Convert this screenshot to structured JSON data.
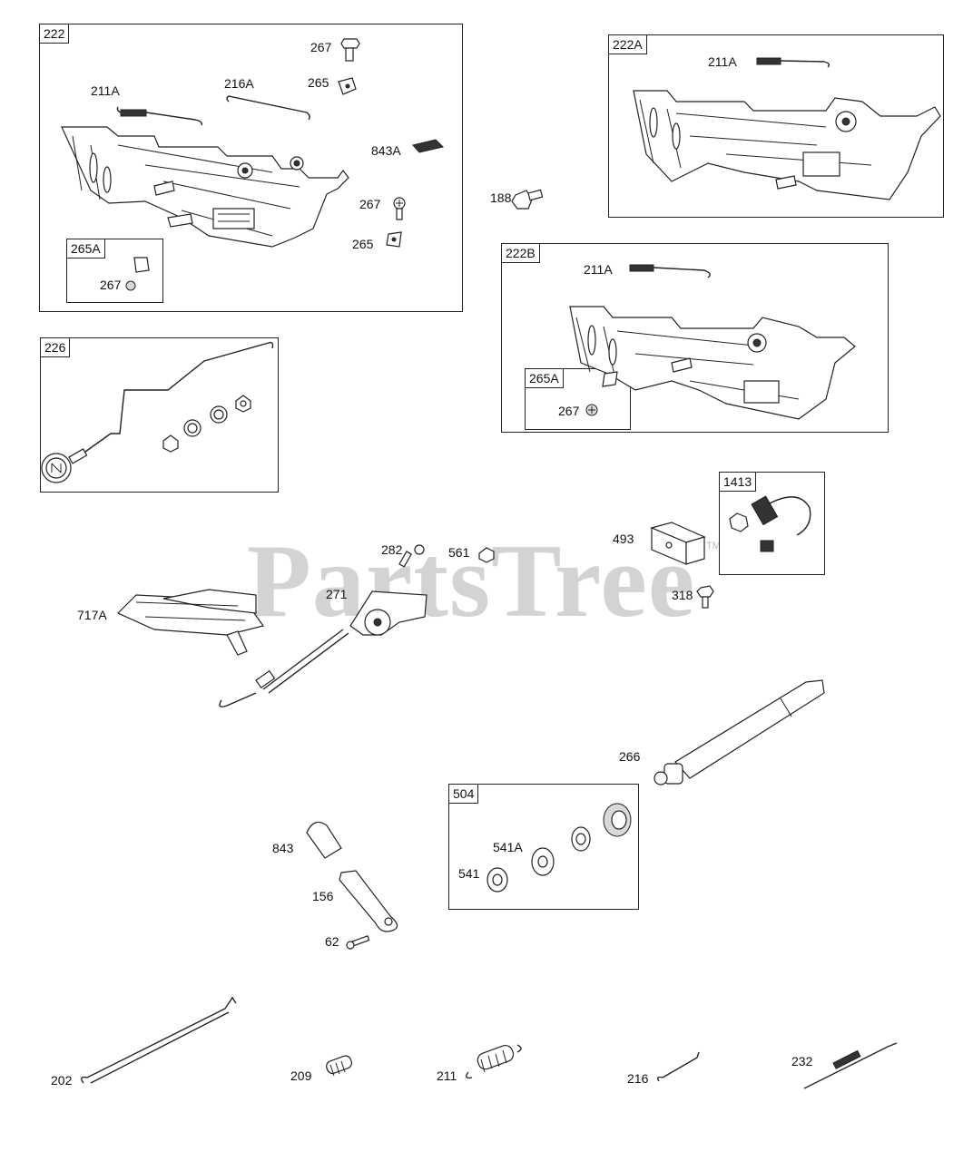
{
  "watermark": "PartsTree",
  "trademark": "TM",
  "boxes": {
    "b222": "222",
    "b265A_a": "265A",
    "b222A": "222A",
    "b222B": "222B",
    "b265A_b": "265A",
    "b226": "226",
    "b1413": "1413",
    "b504": "504"
  },
  "labels": {
    "l267_top": "267",
    "l211A_a": "211A",
    "l216A": "216A",
    "l265_a": "265",
    "l843A": "843A",
    "l267_mid": "267",
    "l265_b": "265",
    "l267_a": "267",
    "l211A_b": "211A",
    "l188": "188",
    "l211A_c": "211A",
    "l267_b": "267",
    "l282": "282",
    "l561": "561",
    "l493": "493",
    "l271": "271",
    "l318": "318",
    "l717A": "717A",
    "l266": "266",
    "l843": "843",
    "l541A": "541A",
    "l541": "541",
    "l156": "156",
    "l62": "62",
    "l202": "202",
    "l209": "209",
    "l211": "211",
    "l216": "216",
    "l232": "232"
  },
  "icons": {
    "parts": [
      "governor-control-bracket",
      "spring",
      "link",
      "screw",
      "clip",
      "choke-knob",
      "washer",
      "nut",
      "wire-harness",
      "bracket",
      "cable",
      "shaft",
      "seal",
      "lever",
      "boot",
      "rod"
    ]
  }
}
